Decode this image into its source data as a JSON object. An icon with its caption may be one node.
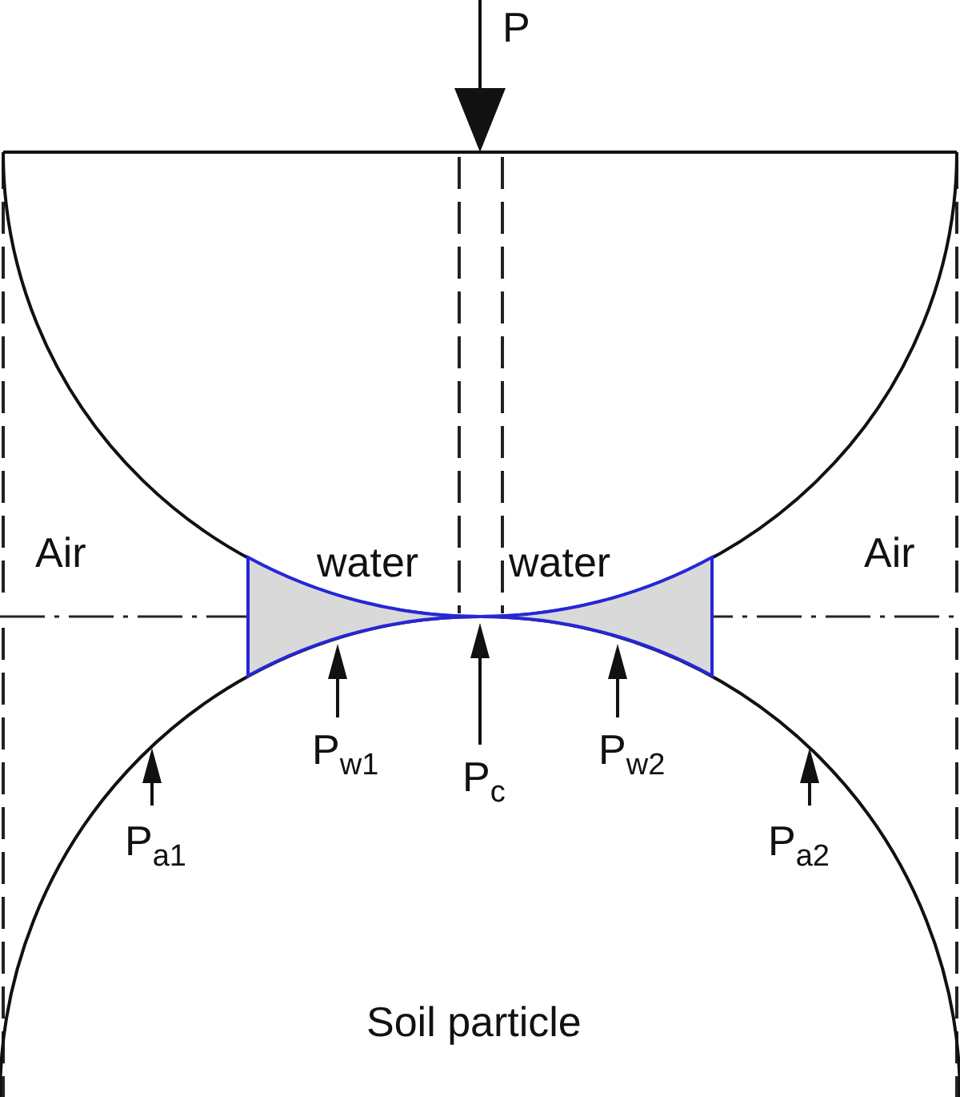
{
  "diagram": {
    "nodes": [
      {
        "text": [],
        "shape": "circle"
      },
      {
        "text": [
          "Soil particle"
        ]
      }
    ],
    "labels": [
      "P",
      "Air",
      "water",
      "water",
      "Air",
      "P$_{w1}$",
      "P$_{c}$",
      "P$_{w2}$",
      "P$_{a1}$",
      "P$_{a2}$"
    ]
  }
}
